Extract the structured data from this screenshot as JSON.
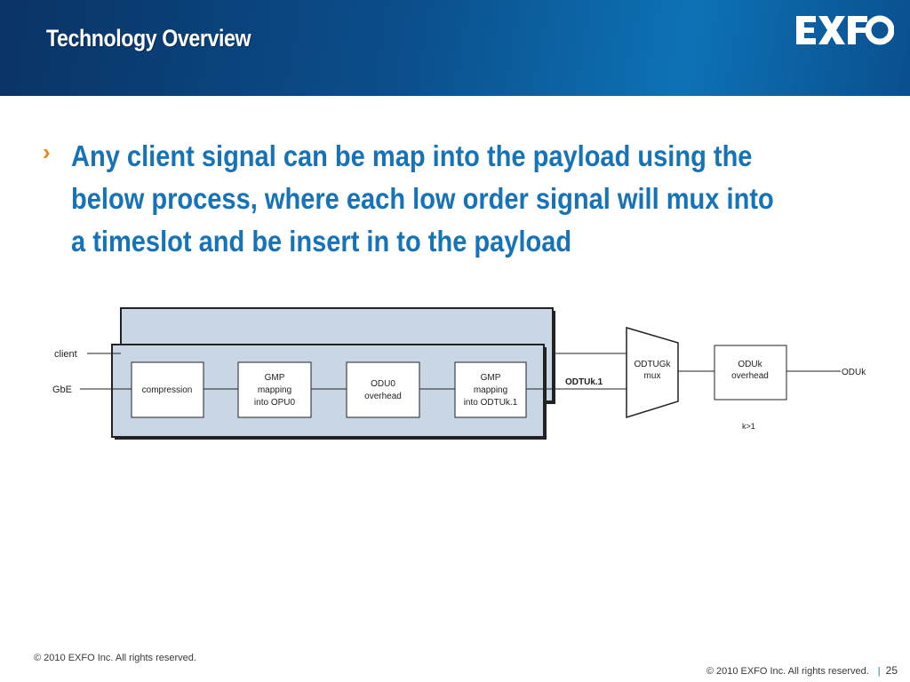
{
  "slide": {
    "title": "Technology Overview",
    "logo_text": "EXFO",
    "bullet_marker": "›",
    "bullet_lines": [
      "Any client signal can be map into the payload using the",
      "below process, where each low order signal will mux into",
      "a timeslot and be insert in to the payload"
    ],
    "footer_left": "© 2010 EXFO Inc. All rights reserved.",
    "footer_right": "© 2010 EXFO Inc. All rights reserved.",
    "page_number": "25"
  },
  "diagram": {
    "inputs": [
      "client",
      "GbE"
    ],
    "blocks": [
      [
        "compression"
      ],
      [
        "GMP",
        "mapping",
        "into OPU0"
      ],
      [
        "ODU0",
        "overhead"
      ],
      [
        "GMP",
        "mapping",
        "into ODTUk.1"
      ]
    ],
    "odtuk_label": "ODTUk.1",
    "mux_label": [
      "ODTUGk",
      "mux"
    ],
    "oduk_overhead_label": [
      "ODUk",
      "overhead"
    ],
    "output_label": "ODUk",
    "bottom_note": "k>1"
  },
  "colors": {
    "header_dark": "#0a3366",
    "header_light": "#0d72b5",
    "bullet_text": "#1673b8",
    "bullet_marker": "#e88a17",
    "diagram_fill": "#c9d6e6"
  }
}
